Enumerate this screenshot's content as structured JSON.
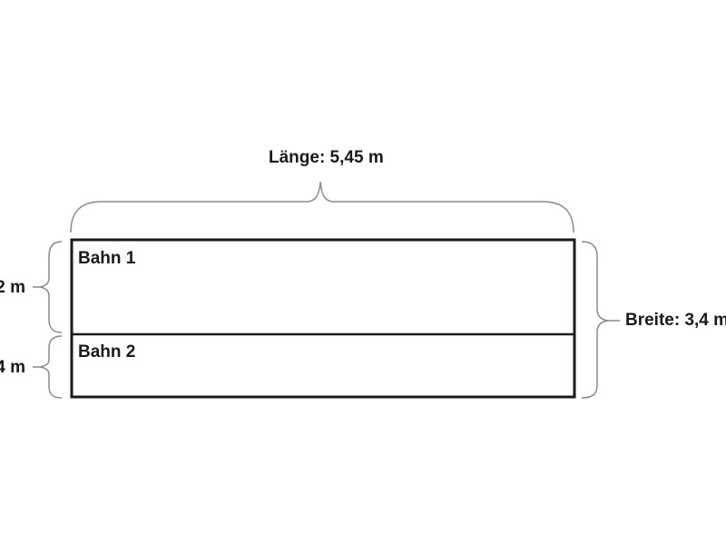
{
  "length_label": "Länge: 5,45 m",
  "width_label": "Breite: 3,4 m",
  "lanes": [
    {
      "name": "Bahn 1",
      "width_label": "2 m"
    },
    {
      "name": "Bahn 2",
      "width_label": "4 m"
    }
  ],
  "colors": {
    "stroke": "#1a1a1a",
    "brace": "#8a8a8a",
    "background": "#ffffff"
  }
}
